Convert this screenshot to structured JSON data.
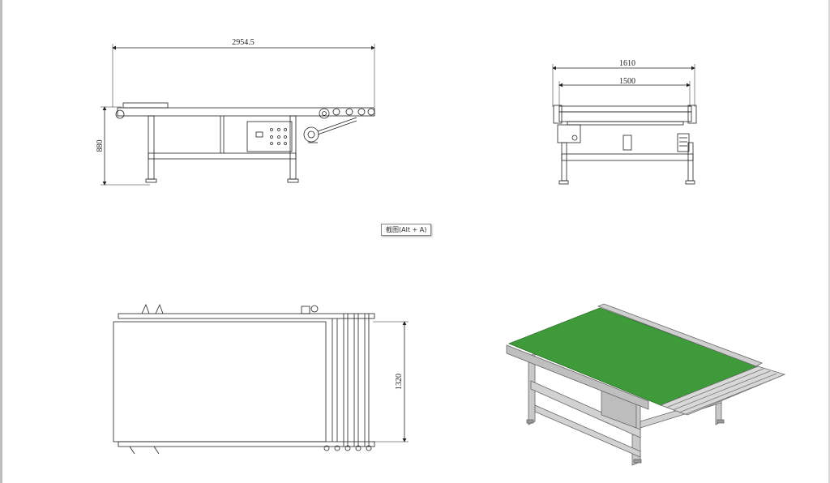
{
  "dimensions": {
    "front_length": "2954.5",
    "front_height": "880",
    "side_outer_width": "1610",
    "side_inner_width": "1500",
    "top_belt_width": "1320"
  },
  "tooltip": {
    "label": "截图(Alt + A)"
  },
  "colors": {
    "belt": "#3f9b3a",
    "frame": "#c9c9c9",
    "line": "#222222"
  }
}
